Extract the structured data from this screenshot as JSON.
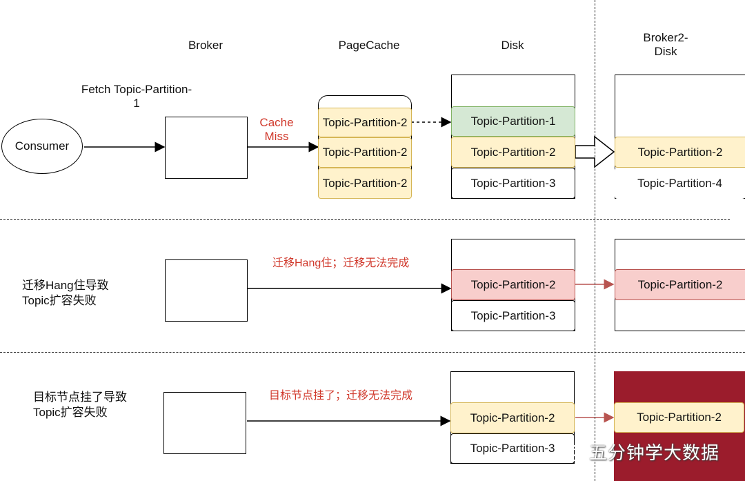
{
  "headers": {
    "broker": "Broker",
    "pagecache": "PageCache",
    "disk": "Disk",
    "broker2_disk_line1": "Broker2-",
    "broker2_disk_line2": "Disk"
  },
  "row1": {
    "fetch_line1": "Fetch Topic-Partition-",
    "fetch_line2": "1",
    "consumer": "Consumer",
    "cache_miss_line1": "Cache",
    "cache_miss_line2": "Miss",
    "pagecache_items": [
      "Topic-Partition-2",
      "Topic-Partition-2",
      "Topic-Partition-2"
    ],
    "disk_items": [
      "Topic-Partition-1",
      "Topic-Partition-2",
      "Topic-Partition-3"
    ],
    "broker2_items": [
      "Topic-Partition-2",
      "Topic-Partition-4"
    ]
  },
  "row2": {
    "left_line1": "迁移Hang住导致",
    "left_line2": "Topic扩容失败",
    "note": "迁移Hang住；迁移无法完成",
    "disk_items": [
      "Topic-Partition-2",
      "Topic-Partition-3"
    ],
    "broker2_items": [
      "Topic-Partition-2"
    ]
  },
  "row3": {
    "left_line1": "目标节点挂了导致",
    "left_line2": "Topic扩容失败",
    "note": "目标节点挂了；迁移无法完成",
    "disk_items": [
      "Topic-Partition-2",
      "Topic-Partition-3"
    ],
    "broker2_items": [
      "Topic-Partition-2"
    ]
  },
  "watermark": "五分钟学大数据",
  "colors": {
    "yellow_fill": "#fff2cc",
    "green_fill": "#d5e8d4",
    "red_fill": "#f8cecc",
    "dead_node": "#9b1c2c",
    "note_red": "#d0382b"
  }
}
